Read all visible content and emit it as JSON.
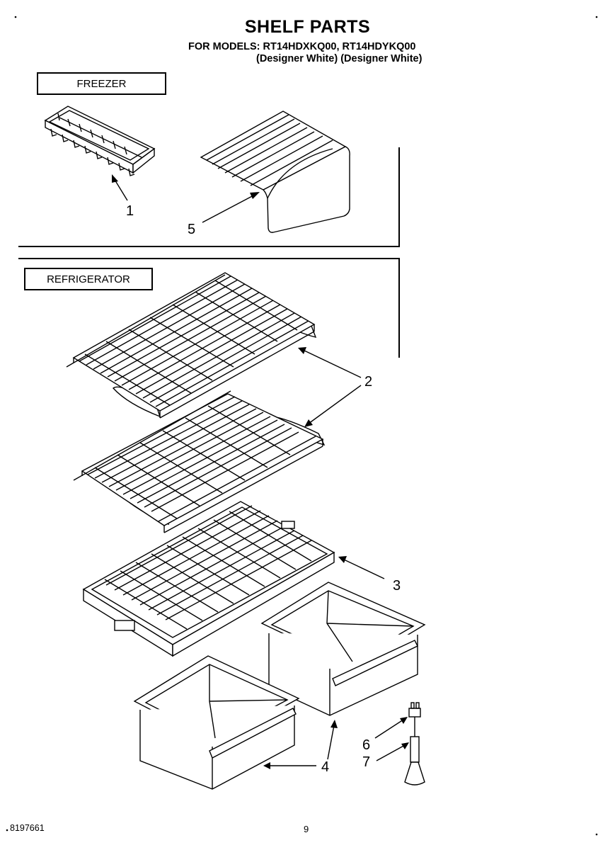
{
  "header": {
    "title": "SHELF PARTS",
    "models_line": "FOR MODELS: RT14HDXKQ00, RT14HDYKQ00",
    "variants_line": "(Designer White) (Designer White)"
  },
  "sections": {
    "freezer": "FREEZER",
    "refrigerator": "REFRIGERATOR"
  },
  "callouts": {
    "c1": "1",
    "c2": "2",
    "c3": "3",
    "c4": "4",
    "c5": "5",
    "c6": "6",
    "c7": "7"
  },
  "footer": {
    "doc_number": "8197661",
    "page_number": "9"
  }
}
